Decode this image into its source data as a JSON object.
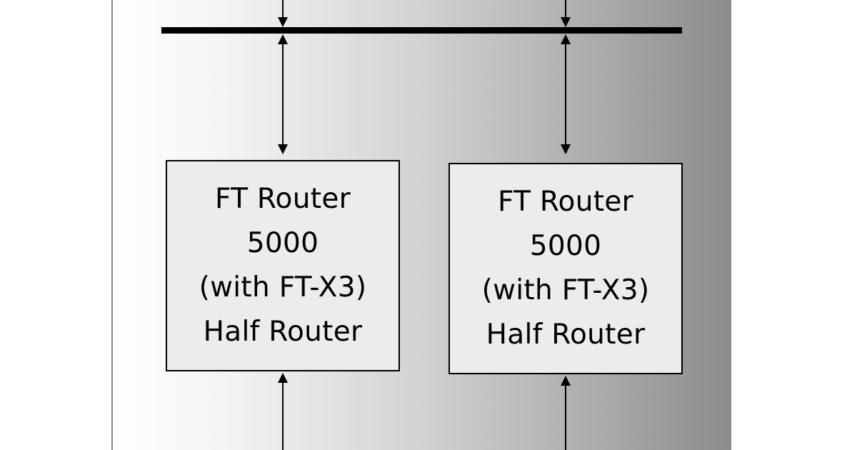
{
  "diagram": {
    "routers": [
      {
        "line1": "FT Router",
        "line2": "5000",
        "line3": "(with FT-X3)",
        "line4": "Half Router"
      },
      {
        "line1": "FT Router",
        "line2": "5000",
        "line3": "(with FT-X3)",
        "line4": "Half Router"
      }
    ],
    "colors": {
      "line": "#000000",
      "box_fill": "#ececec",
      "panel_gradient_start": "#ffffff",
      "panel_gradient_end": "#8c8c8c"
    }
  }
}
